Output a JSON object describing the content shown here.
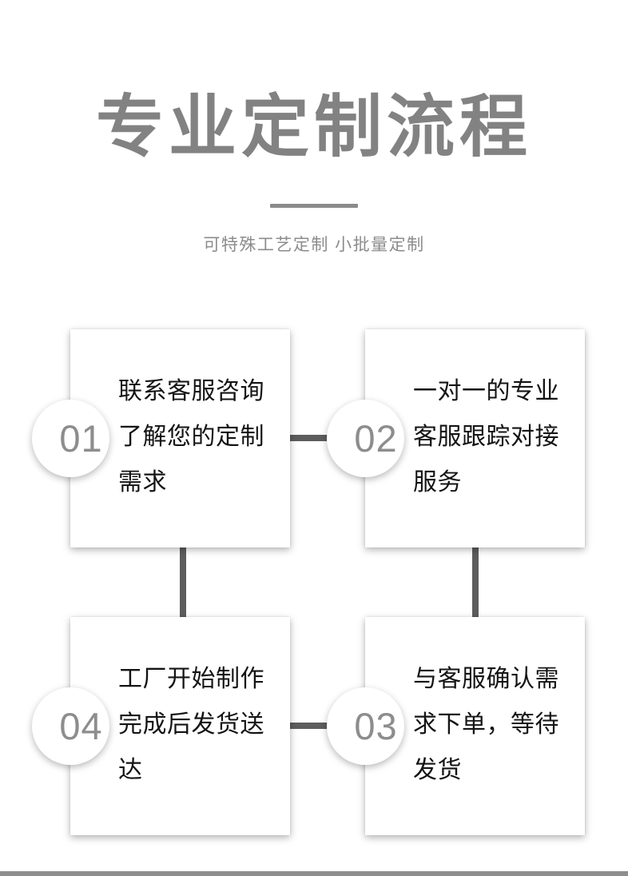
{
  "header": {
    "title": "专业定制流程",
    "subtitle": "可特殊工艺定制 小批量定制"
  },
  "flow": {
    "steps": [
      {
        "number": "01",
        "text": "联系客服咨询了解您的定制需求"
      },
      {
        "number": "02",
        "text": "一对一的专业客服跟踪对接服务"
      },
      {
        "number": "04",
        "text": "工厂开始制作完成后发货送达"
      },
      {
        "number": "03",
        "text": "与客服确认需求下单，等待发货"
      }
    ]
  },
  "colors": {
    "title_gray": "#828282",
    "subtitle_gray": "#8c8c8c",
    "badge_number_gray": "#8d8d8d",
    "connector_gray": "#5d5d5d",
    "body_text": "#141414",
    "card_background": "#ffffff",
    "page_background": "#ffffff",
    "bottom_bar": "#8e8e8e"
  }
}
